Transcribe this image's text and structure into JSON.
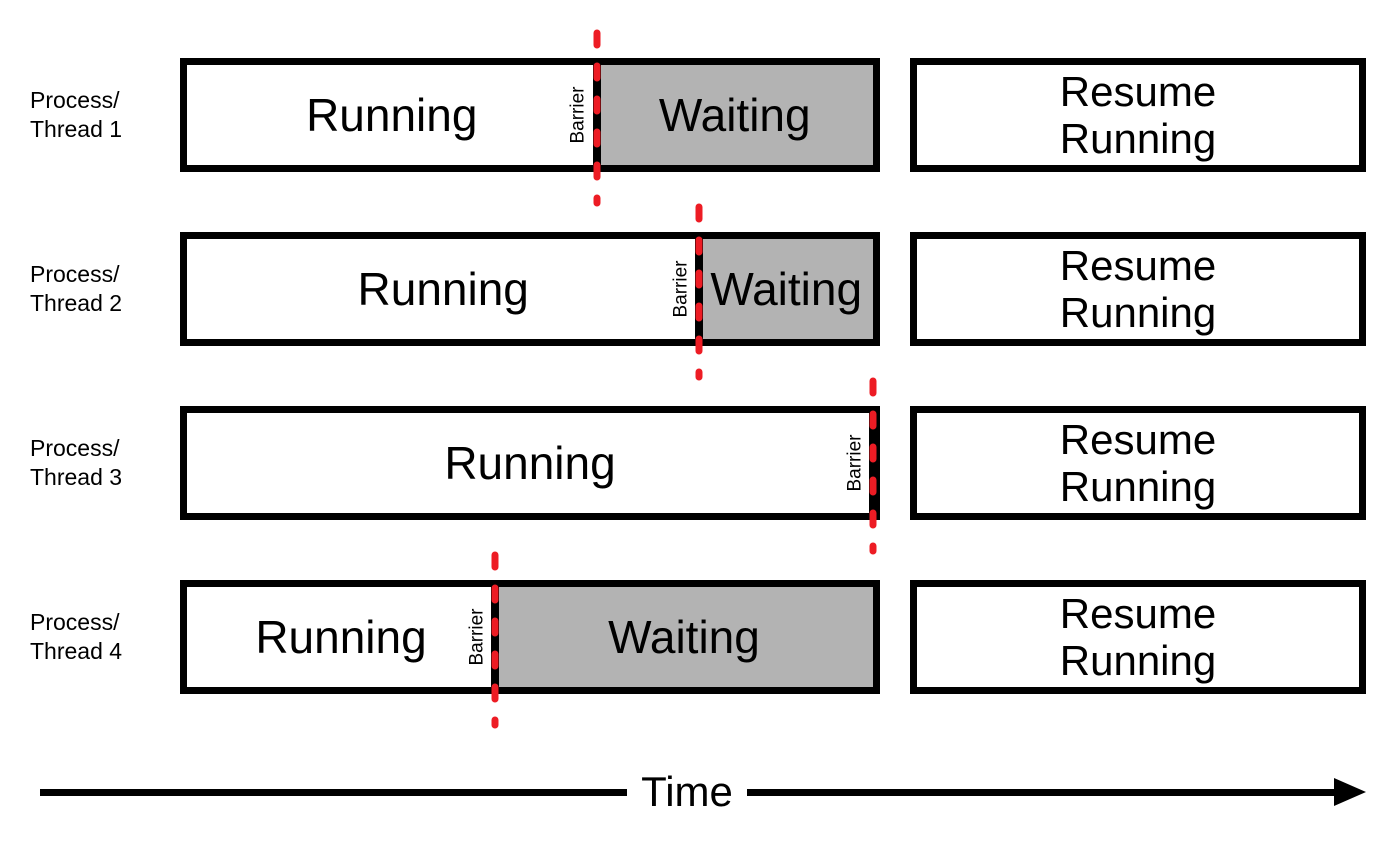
{
  "colors": {
    "waiting_fill": "#B3B3B3",
    "barrier_dash": "#ED1C24",
    "outline": "#000000"
  },
  "rows": [
    {
      "label": [
        "Process/",
        "Thread 1"
      ],
      "running_label": "Running",
      "barrier_label": "Barrier",
      "waiting_label": "Waiting",
      "resume_label": [
        "Resume",
        "Running"
      ],
      "barrier_pct": 59.7
    },
    {
      "label": [
        "Process/",
        "Thread 2"
      ],
      "running_label": "Running",
      "barrier_label": "Barrier",
      "waiting_label": "Waiting",
      "resume_label": [
        "Resume",
        "Running"
      ],
      "barrier_pct": 74.7
    },
    {
      "label": [
        "Process/",
        "Thread 3"
      ],
      "running_label": "Running",
      "barrier_label": "Barrier",
      "waiting_label": "",
      "resume_label": [
        "Resume",
        "Running"
      ],
      "barrier_pct": 100
    },
    {
      "label": [
        "Process/",
        "Thread 4"
      ],
      "running_label": "Running",
      "barrier_label": "Barrier",
      "waiting_label": "Waiting",
      "resume_label": [
        "Resume",
        "Running"
      ],
      "barrier_pct": 44.9
    }
  ],
  "time_axis": {
    "label": "Time"
  }
}
